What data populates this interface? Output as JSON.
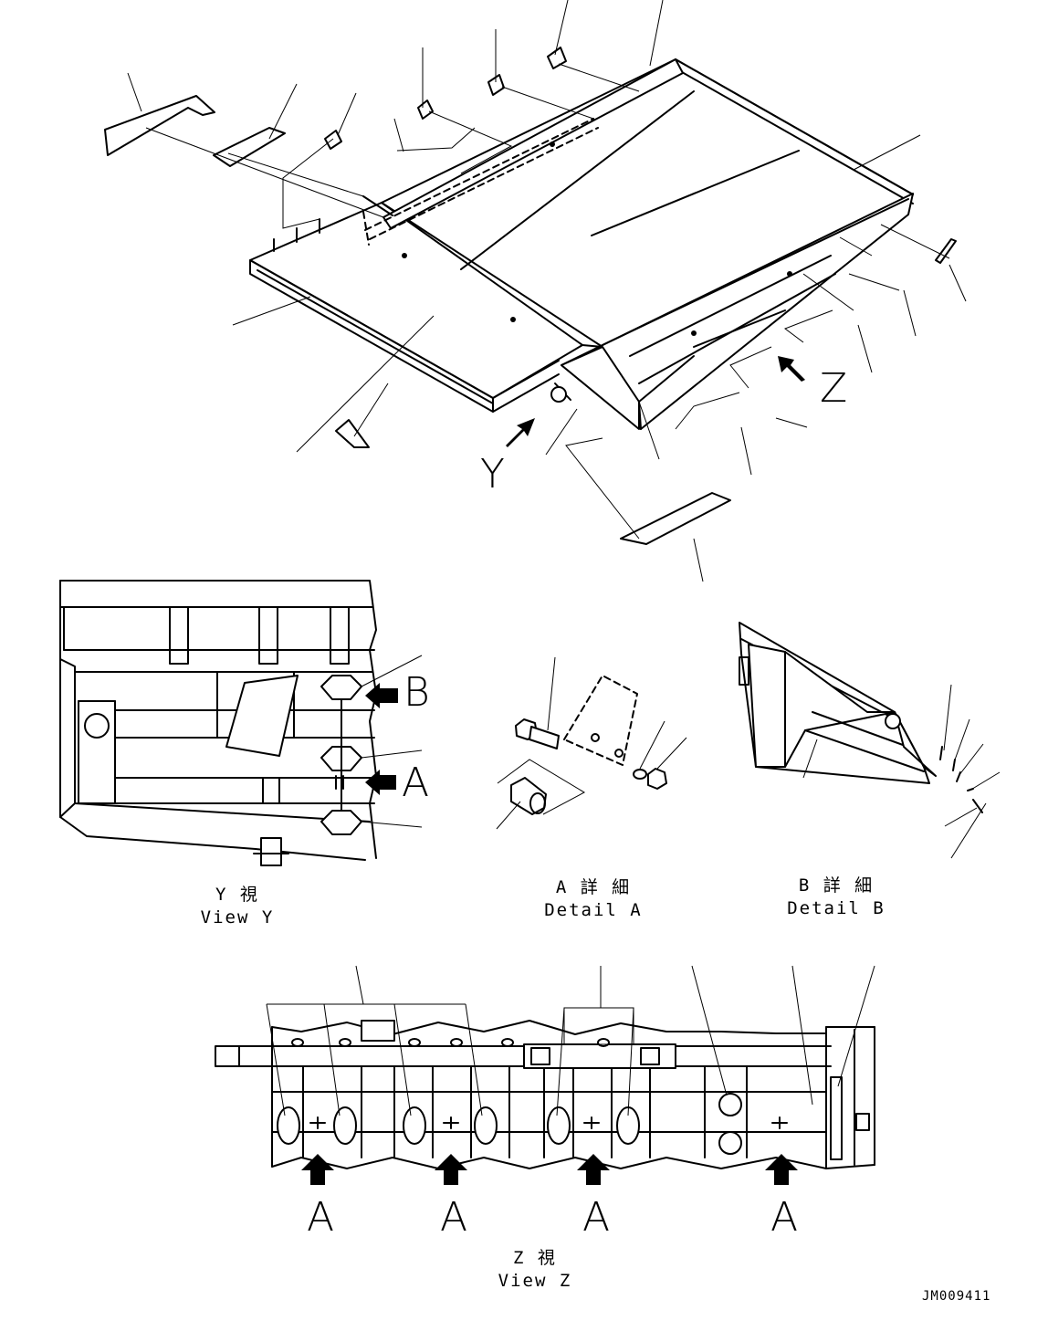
{
  "labels": {
    "view_arrow_y": "Y",
    "view_arrow_z": "Z",
    "detail_arrow_a": "A",
    "detail_arrow_b": "B",
    "z_view_arrow_a": "A"
  },
  "captions": {
    "view_y_jp": "Y 視",
    "view_y_en": "View Y",
    "detail_a_jp": "A 詳 細",
    "detail_a_en": "Detail A",
    "detail_b_jp": "B 詳 細",
    "detail_b_en": "Detail B",
    "view_z_jp": "Z 視",
    "view_z_en": "View Z"
  },
  "drawing_number": "JM009411"
}
